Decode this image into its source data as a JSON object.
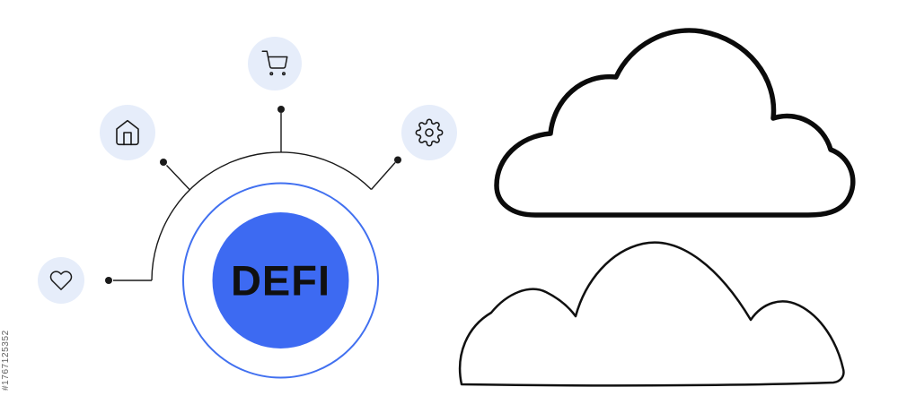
{
  "image": {
    "background": "#ffffff",
    "watermark_id": "#1767125352"
  },
  "diagram": {
    "center_label": "DEFI",
    "colors": {
      "center_fill": "#3D6AF2",
      "ring_stroke": "#4170F0",
      "node_fill": "#E6EDFA",
      "line": "#1a1a1a",
      "label": "#101010"
    },
    "nodes": [
      {
        "id": "heart",
        "icon": "heart-icon"
      },
      {
        "id": "home",
        "icon": "home-icon"
      },
      {
        "id": "cart",
        "icon": "shopping-cart-icon"
      },
      {
        "id": "gear",
        "icon": "gear-icon"
      }
    ]
  },
  "clouds": {
    "top": {
      "stroke": "#0b0b0b",
      "stroke_width": "5.5"
    },
    "bottom": {
      "stroke": "#101010",
      "stroke_width": "2.5"
    }
  }
}
